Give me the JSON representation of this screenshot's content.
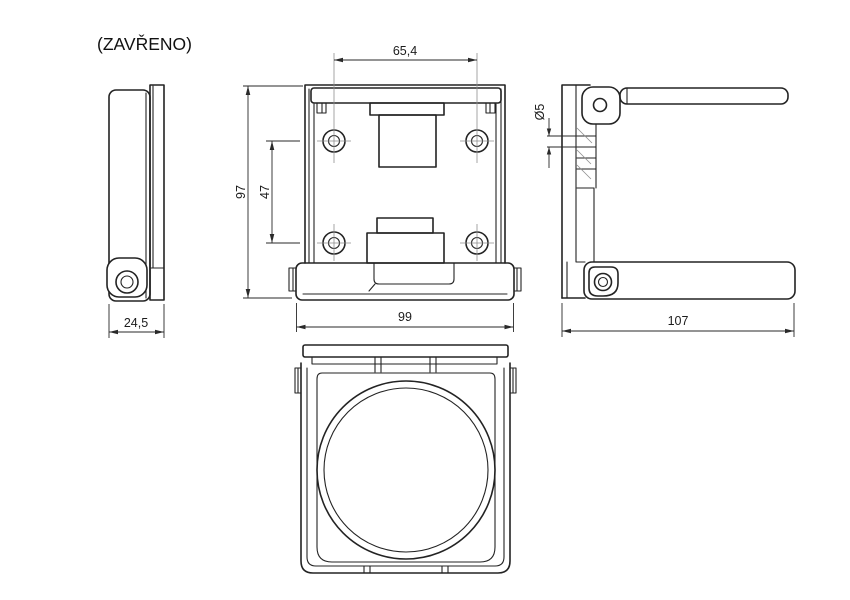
{
  "title": "(ZAVŘENO)",
  "drawing": {
    "kind": "technical-orthographic-drawing",
    "part": "folding holder, closed state",
    "dimensions": {
      "hole_spacing_x": "65,4",
      "frame_height": "97",
      "hole_spacing_y": "47",
      "frame_width": "99",
      "side_depth": "24,5",
      "pin_diameter": "Ø5",
      "folded_depth": "107"
    },
    "colors": {
      "line": "#232323",
      "centerline": "#8f8f8f",
      "background": "#ffffff"
    }
  }
}
